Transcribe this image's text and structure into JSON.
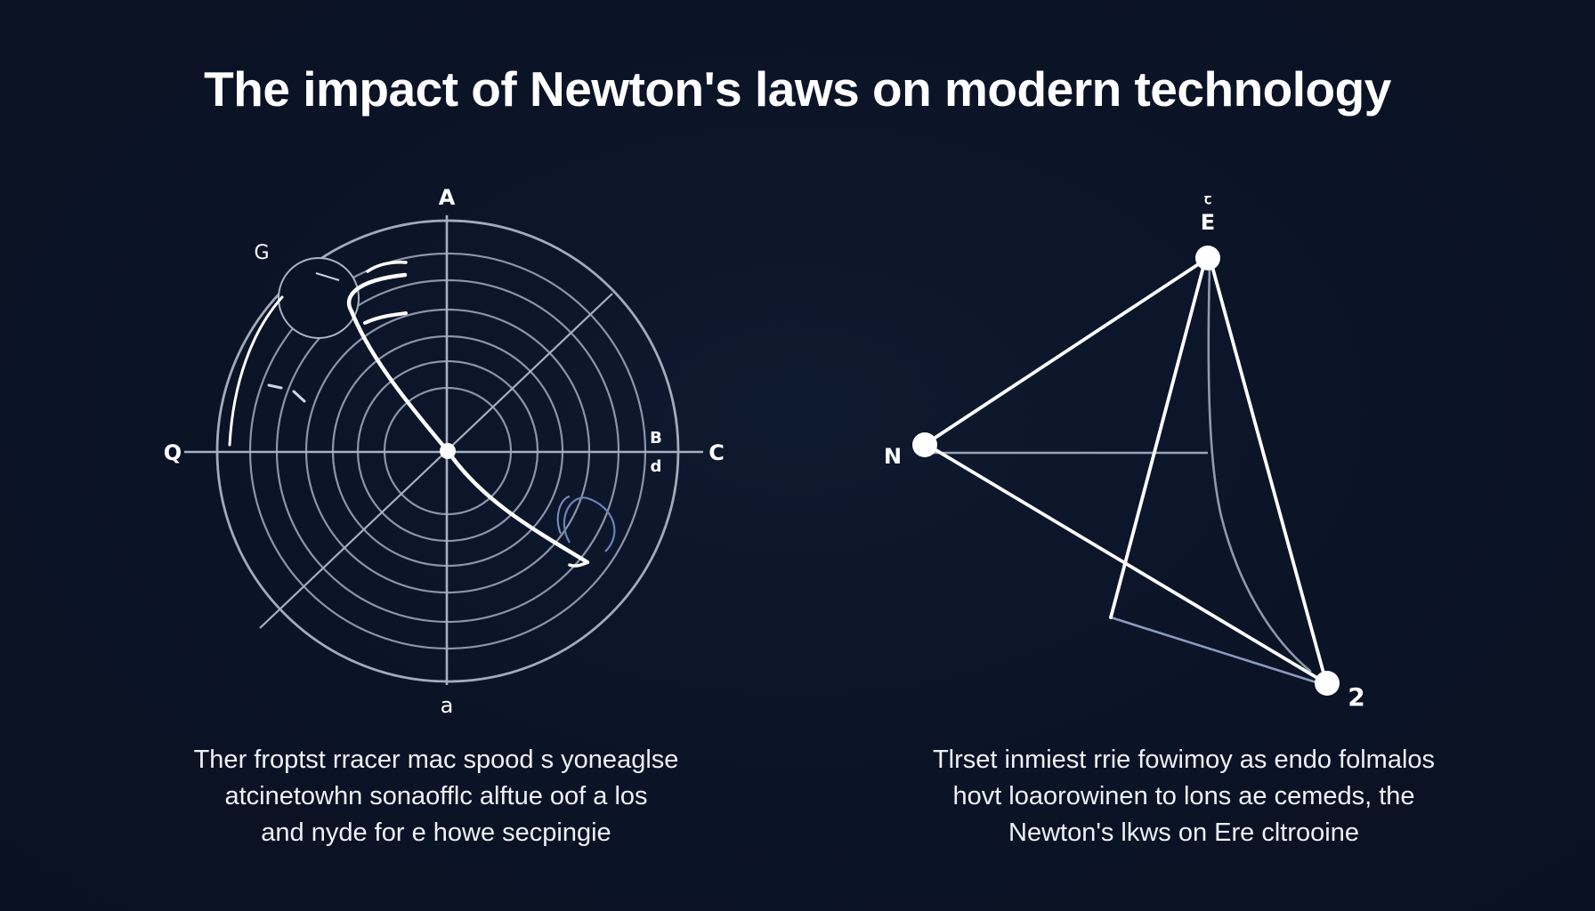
{
  "title": "The impact of Newton's laws on modern technology",
  "colors": {
    "background": "#0b1326",
    "line_primary": "#ffffff",
    "line_grid": "#9aa4b8"
  },
  "left_diagram": {
    "type": "polar-orbit-grid",
    "labels": {
      "top": "A",
      "bottom": "a",
      "left": "Q",
      "right": "C",
      "upper_left": "G",
      "right_inner_top": "B",
      "right_inner_bottom": "d"
    },
    "ring_count": 7
  },
  "right_diagram": {
    "type": "force-triangle",
    "nodes": {
      "top": "E",
      "top_mark": "ꞇ",
      "left": "N",
      "bottom_right": "2"
    }
  },
  "captions": {
    "left": [
      "Ther froptst rracer mac spood s yoneaglse",
      "atcinetowhn sonaofflc alftue oof a los",
      "and nyde for e howe secpingie"
    ],
    "right": [
      "Tlrset inmiest rrie fowimoy as endo folmalos",
      "hovt loaorowinen to lons ae cemeds, the",
      "Newton's lkws on Ere cltrooine"
    ]
  }
}
